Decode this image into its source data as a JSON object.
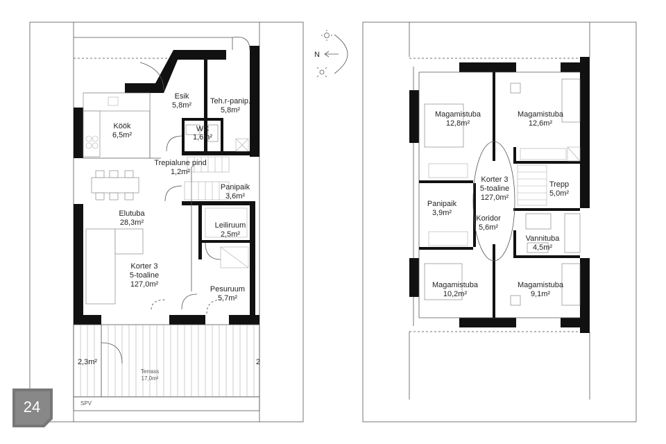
{
  "ground_floor": {
    "rooms": [
      {
        "name": "Esik",
        "area": "5,8m²"
      },
      {
        "name": "Teh.r-panip.",
        "area": "5,8m²"
      },
      {
        "name": "Köök",
        "area": "6,5m²"
      },
      {
        "name": "WC",
        "area": "1,6m²"
      },
      {
        "name": "Trepialune pind",
        "area": "1,2m²"
      },
      {
        "name": "Panipaik",
        "area": "3,6m²"
      },
      {
        "name": "Elutuba",
        "area": "28,3m²"
      },
      {
        "name": "Leiliruum",
        "area": "2,5m²"
      },
      {
        "name": "Pesuruum",
        "area": "5,7m²"
      },
      {
        "name": "Terrass",
        "area": "17,0m²"
      }
    ],
    "unit": {
      "name": "Korter 3",
      "type": "5-toaline",
      "area": "127,0m²"
    },
    "side_area": "2,3m²",
    "side_area_right": "2",
    "spv_label": "SPV"
  },
  "upper_floor": {
    "rooms": [
      {
        "name": "Magamistuba",
        "area": "12,8m²"
      },
      {
        "name": "Magamistuba",
        "area": "12,6m²"
      },
      {
        "name": "Trepp",
        "area": "5,0m²"
      },
      {
        "name": "Panipaik",
        "area": "3,9m²"
      },
      {
        "name": "Koridor",
        "area": "5,6m²"
      },
      {
        "name": "Vannituba",
        "area": "4,5m²"
      },
      {
        "name": "Magamistuba",
        "area": "10,2m²"
      },
      {
        "name": "Magamistuba",
        "area": "9,1m²"
      }
    ],
    "unit": {
      "name": "Korter 3",
      "type": "5-toaline",
      "area": "127,0m²"
    }
  },
  "compass": {
    "north_label": "N",
    "icons": [
      "sun-icon",
      "sun-rays-icon",
      "north-arrow-icon"
    ]
  },
  "page_number": "24"
}
